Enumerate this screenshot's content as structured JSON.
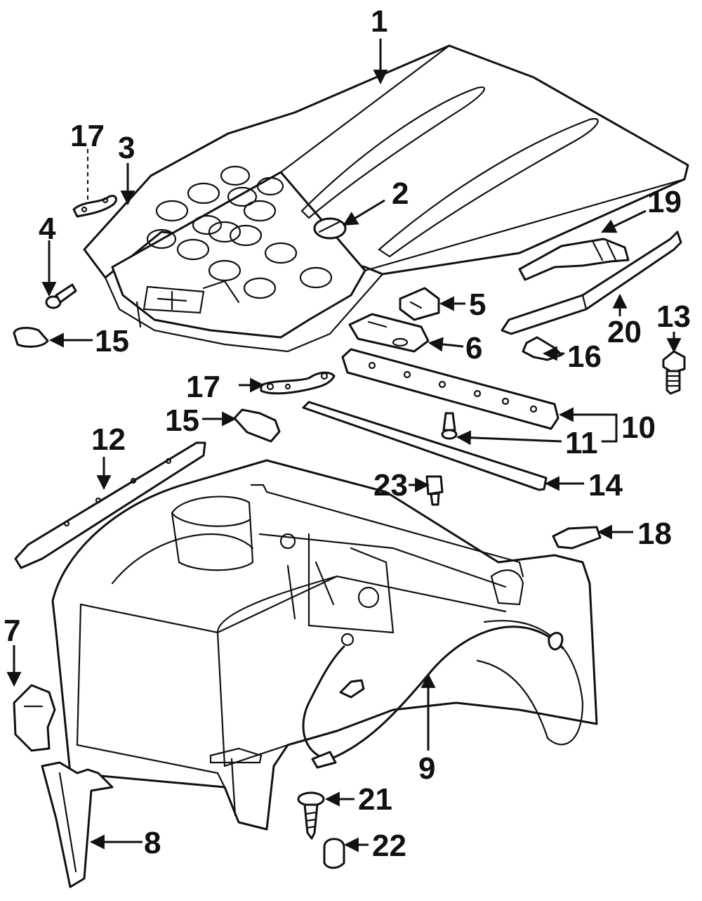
{
  "diagram": {
    "callouts": [
      {
        "id": "c1",
        "text": "1"
      },
      {
        "id": "c2",
        "text": "2"
      },
      {
        "id": "c3",
        "text": "3"
      },
      {
        "id": "c4",
        "text": "4"
      },
      {
        "id": "c5",
        "text": "5"
      },
      {
        "id": "c6",
        "text": "6"
      },
      {
        "id": "c7",
        "text": "7"
      },
      {
        "id": "c8",
        "text": "8"
      },
      {
        "id": "c9",
        "text": "9"
      },
      {
        "id": "c10",
        "text": "10"
      },
      {
        "id": "c11",
        "text": "11"
      },
      {
        "id": "c12",
        "text": "12"
      },
      {
        "id": "c13",
        "text": "13"
      },
      {
        "id": "c14",
        "text": "14"
      },
      {
        "id": "c15a",
        "text": "15"
      },
      {
        "id": "c15b",
        "text": "15"
      },
      {
        "id": "c16",
        "text": "16"
      },
      {
        "id": "c17a",
        "text": "17"
      },
      {
        "id": "c17b",
        "text": "17"
      },
      {
        "id": "c18",
        "text": "18"
      },
      {
        "id": "c19",
        "text": "19"
      },
      {
        "id": "c20",
        "text": "20"
      },
      {
        "id": "c21",
        "text": "21"
      },
      {
        "id": "c22",
        "text": "22"
      },
      {
        "id": "c23",
        "text": "23"
      }
    ]
  }
}
